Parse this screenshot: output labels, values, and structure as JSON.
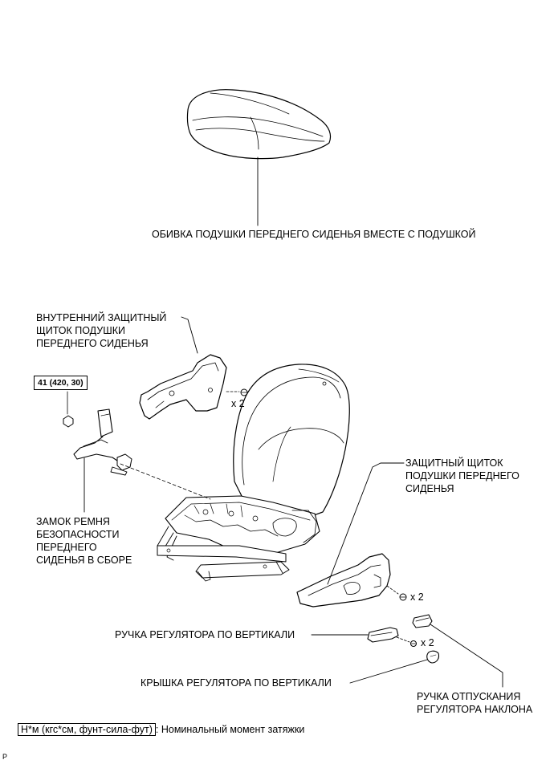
{
  "labels": {
    "cushion": "ОБИВКА ПОДУШКИ ПЕРЕДНЕГО СИДЕНЬЯ ВМЕСТЕ С ПОДУШКОЙ",
    "inner_shield": [
      "ВНУТРЕННИЙ ЗАЩИТНЫЙ",
      "ЩИТОК ПОДУШКИ",
      "ПЕРЕДНЕГО СИДЕНЬЯ"
    ],
    "buckle": [
      "ЗАМОК РЕМНЯ",
      "БЕЗОПАСНОСТИ",
      "ПЕРЕДНЕГО",
      "СИДЕНЬЯ В СБОРЕ"
    ],
    "outer_shield": [
      "ЗАЩИТНЫЙ ЩИТОК",
      "ПОДУШКИ ПЕРЕДНЕГО",
      "СИДЕНЬЯ"
    ],
    "vertical_knob": "РУЧКА РЕГУЛЯТОРА ПО ВЕРТИКАЛИ",
    "vertical_cover": "КРЫШКА РЕГУЛЯТОРА ПО ВЕРТИКАЛИ",
    "recline_knob": [
      "РУЧКА ОТПУСКАНИЯ",
      "РЕГУЛЯТОРА НАКЛОНА"
    ]
  },
  "torque_spec": "41 (420, 30)",
  "multipliers": {
    "inner_shield_screws": "x 2",
    "outer_shield_screws": "x 2",
    "knob_screws": "x 2"
  },
  "legend": {
    "unit": "Н*м (кгс*см, фунт-сила-фут)",
    "text": ": Номинальный момент затяжки"
  },
  "figure_code": "P"
}
